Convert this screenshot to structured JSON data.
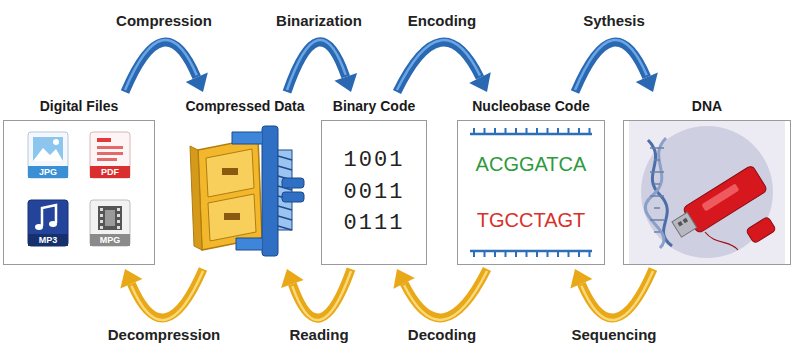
{
  "diagram": {
    "nodes": [
      {
        "text": [
          "Digital Files"
        ]
      },
      {
        "text": [
          "Compressed Data"
        ]
      },
      {
        "text": [
          "Binary Code",
          "1001 0011 0111"
        ]
      },
      {
        "text": [
          "Nucleobase Code",
          "ACGGATCA",
          "TGCCTAGT"
        ]
      },
      {
        "text": [
          "DNA"
        ]
      }
    ],
    "edges": [
      {
        "from": 0,
        "to": 1,
        "label": "Compression",
        "arrow": "to"
      },
      {
        "from": 1,
        "to": 2,
        "label": "Binarization",
        "arrow": "to"
      },
      {
        "from": 2,
        "to": 3,
        "label": "Encoding",
        "arrow": "to"
      },
      {
        "from": 3,
        "to": 4,
        "label": "Sythesis",
        "arrow": "to"
      },
      {
        "from": 1,
        "to": 0,
        "label": "Decompression",
        "arrow": "to"
      },
      {
        "from": 2,
        "to": 1,
        "label": "Reading",
        "arrow": "to"
      },
      {
        "from": 3,
        "to": 2,
        "label": "Decoding",
        "arrow": "to"
      },
      {
        "from": 4,
        "to": 3,
        "label": "Sequencing",
        "arrow": "to"
      }
    ],
    "labels": [
      "JPG",
      "PDF",
      "MP3",
      "MPG"
    ]
  }
}
